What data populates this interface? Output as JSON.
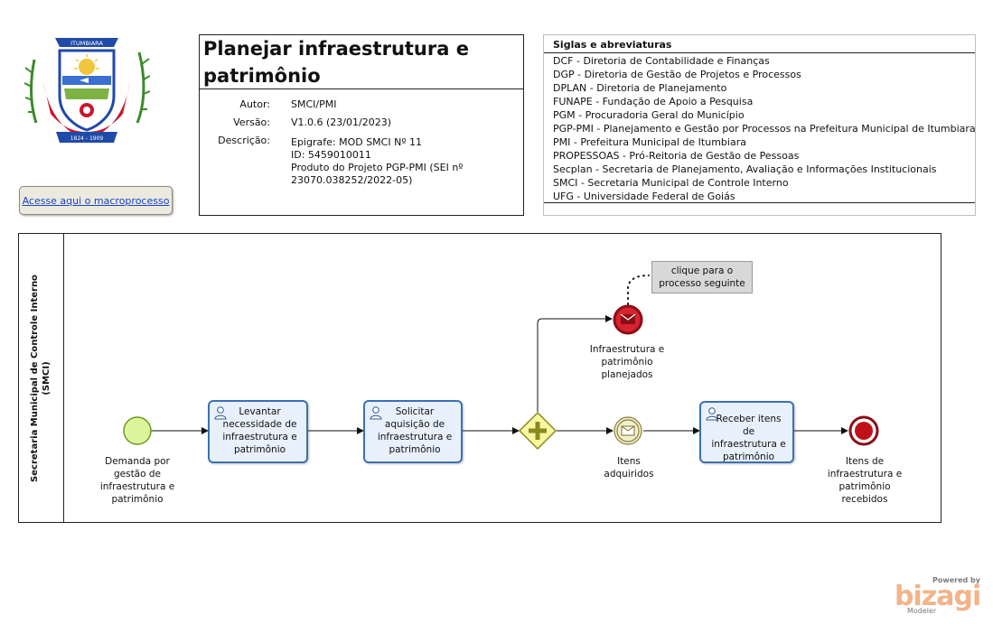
{
  "logo": {
    "banner_text": "ITUMBIARA",
    "years_text": "1824 - 1909"
  },
  "macro_link": {
    "label": "Acesse aqui o macroprocesso"
  },
  "header": {
    "title": "Planejar infraestrutura e patrimônio",
    "author_label": "Autor:",
    "author": "SMCI/PMI",
    "version_label": "Versão:",
    "version": "V1.0.6 (23/01/2023)",
    "description_label": "Descrição:",
    "description_lines": [
      "Epigrafe: MOD SMCI Nº 11",
      "ID: 5459010011",
      "Produto do Projeto PGP-PMI (SEI nº",
      "23070.038252/2022-05)"
    ]
  },
  "abbreviations": {
    "title": "Siglas e abreviaturas",
    "items": [
      "DCF - Diretoria de Contabilidade e Finanças",
      "DGP - Diretoria de Gestão de Projetos e Processos",
      "DPLAN - Diretoria de Planejamento",
      "FUNAPE - Fundação de Apoio a Pesquisa",
      "PGM - Procuradoria Geral do Município",
      "PGP-PMI - Planejamento e Gestão por Processos na Prefeitura Municipal de Itumbiara",
      "PMI - Prefeitura Municipal de Itumbiara",
      "PROPESSOAS - Pró-Reitoria de Gestão de Pessoas",
      "Secplan - Secretaria de Planejamento, Avaliação e Informações Institucionais",
      "SMCI - Secretaria Municipal de Controle Interno",
      "UFG - Universidade Federal de Goiás"
    ]
  },
  "lane": {
    "label_line1": "Secretaria Municipal de Controle Interno",
    "label_line2": "(SMCI)"
  },
  "process": {
    "start_event": "Demanda por gestão de infraestrutura e patrimônio",
    "task1": "Levantar necessidade de infraestrutura e patrimônio",
    "task2": "Solicitar aquisição de infraestrutura e patrimônio",
    "message_end_event": "Infraestrutura e patrimônio planejados",
    "intermediate_event": "Itens adquiridos",
    "task3": "Receber itens de infraestrutura e patrimônio",
    "end_event": "Itens de infraestrutura e patrimônio recebidos",
    "annotation": "clique para o processo seguinte"
  },
  "branding": {
    "powered_by": "Powered by",
    "name": "bizagi",
    "product": "Modeler"
  },
  "colors": {
    "task_fill": "#e8f0fb",
    "task_border": "#3b70b5",
    "start_fill": "#ddf59a",
    "start_border": "#6a9a1e",
    "end_fill": "#c0111b",
    "gateway_fill": "#f7f7a0",
    "gateway_border": "#8a8a1e",
    "intermediate_fill": "#f1efcf"
  }
}
